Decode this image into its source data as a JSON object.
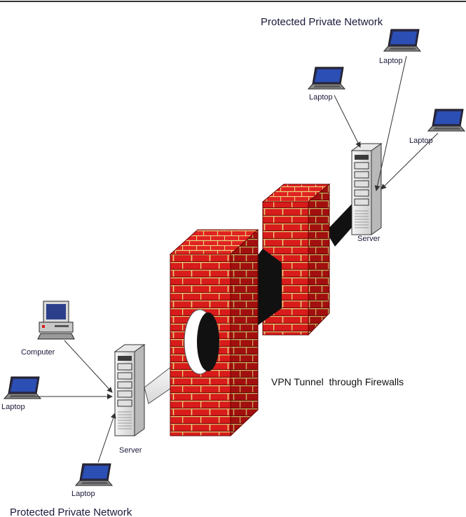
{
  "labels": {
    "top_network": "Protected Private Network",
    "bottom_network": "Protected Private Network",
    "vpn_tunnel": "VPN Tunnel  through Firewalls",
    "server_top": "Server",
    "server_bottom": "Server",
    "laptop_top_right": "Laptop",
    "laptop_top_left": "Laptop",
    "laptop_right": "Laptop",
    "computer_left": "Computer",
    "laptop_left": "Laptop",
    "laptop_bottom": "Laptop"
  },
  "colors": {
    "brick": "#d81b1b",
    "brick_dark": "#8e0a0a",
    "mortar": "#e8d27a",
    "tunnel": "#111111"
  },
  "icons": [
    "laptop-icon",
    "computer-icon",
    "server-icon",
    "firewall-icon"
  ]
}
